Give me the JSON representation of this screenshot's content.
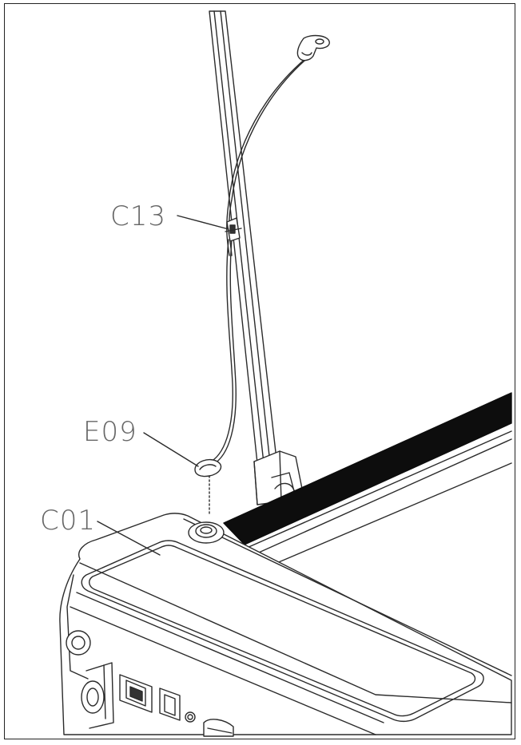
{
  "labels": {
    "c13": "C13",
    "e09": "E09",
    "c01": "C01"
  },
  "colors": {
    "line": "#2b2b2b",
    "label": "#666666",
    "belt": "#0d0d0d",
    "background": "#ffffff"
  },
  "parts": [
    "upright-column",
    "safety-key-cord",
    "safety-key-clip",
    "cord-holder",
    "safety-key-magnet",
    "motor-cover",
    "running-belt",
    "power-inlet",
    "power-switch",
    "transport-wheel"
  ]
}
